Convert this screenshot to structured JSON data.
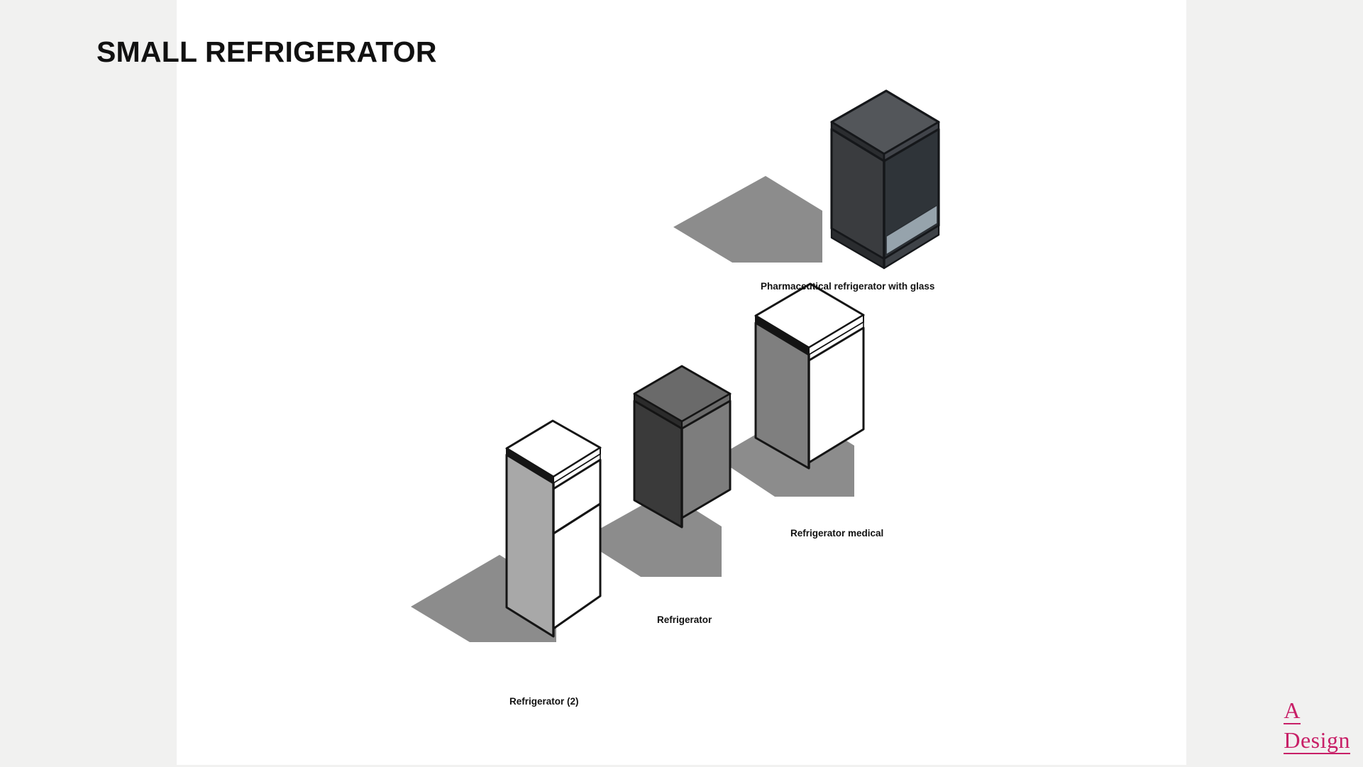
{
  "page": {
    "title": "SMALL REFRIGERATOR",
    "background_color": "#f1f1f0",
    "sheet_color": "#ffffff"
  },
  "brand": {
    "line1": "A",
    "line2": "Design",
    "color": "#c81f67"
  },
  "objects": [
    {
      "id": "pharmaceutical-refrigerator-with-glass",
      "label": "Pharmaceutical refrigerator with glass",
      "body_color": "#3b3d40",
      "left_face_color": "#3a3c3f",
      "right_face_color": "#33373c",
      "top_face_color": "#53565a",
      "glass_color": "#2f3439",
      "shelf_color": "#9aa6ad",
      "shadow_color": "#8c8c8c",
      "type": "glass-door-upright"
    },
    {
      "id": "refrigerator-medical",
      "label": "Refrigerator medical",
      "body_color": "#ffffff",
      "left_face_color": "#7f7f7f",
      "right_face_color": "#ffffff",
      "top_face_color": "#ffffff",
      "shadow_color": "#8c8c8c",
      "type": "single-door-upright"
    },
    {
      "id": "refrigerator",
      "label": "Refrigerator",
      "body_color": "#3a3a3a",
      "left_face_color": "#3a3a3a",
      "right_face_color": "#7d7d7d",
      "top_face_color": "#6a6a6a",
      "shadow_color": "#8c8c8c",
      "type": "single-door-upright"
    },
    {
      "id": "refrigerator-2",
      "label": "Refrigerator (2)",
      "body_color": "#ffffff",
      "left_face_color": "#a8a8a8",
      "right_face_color": "#ffffff",
      "top_face_color": "#ffffff",
      "shadow_color": "#8c8c8c",
      "type": "two-door-upright"
    }
  ]
}
